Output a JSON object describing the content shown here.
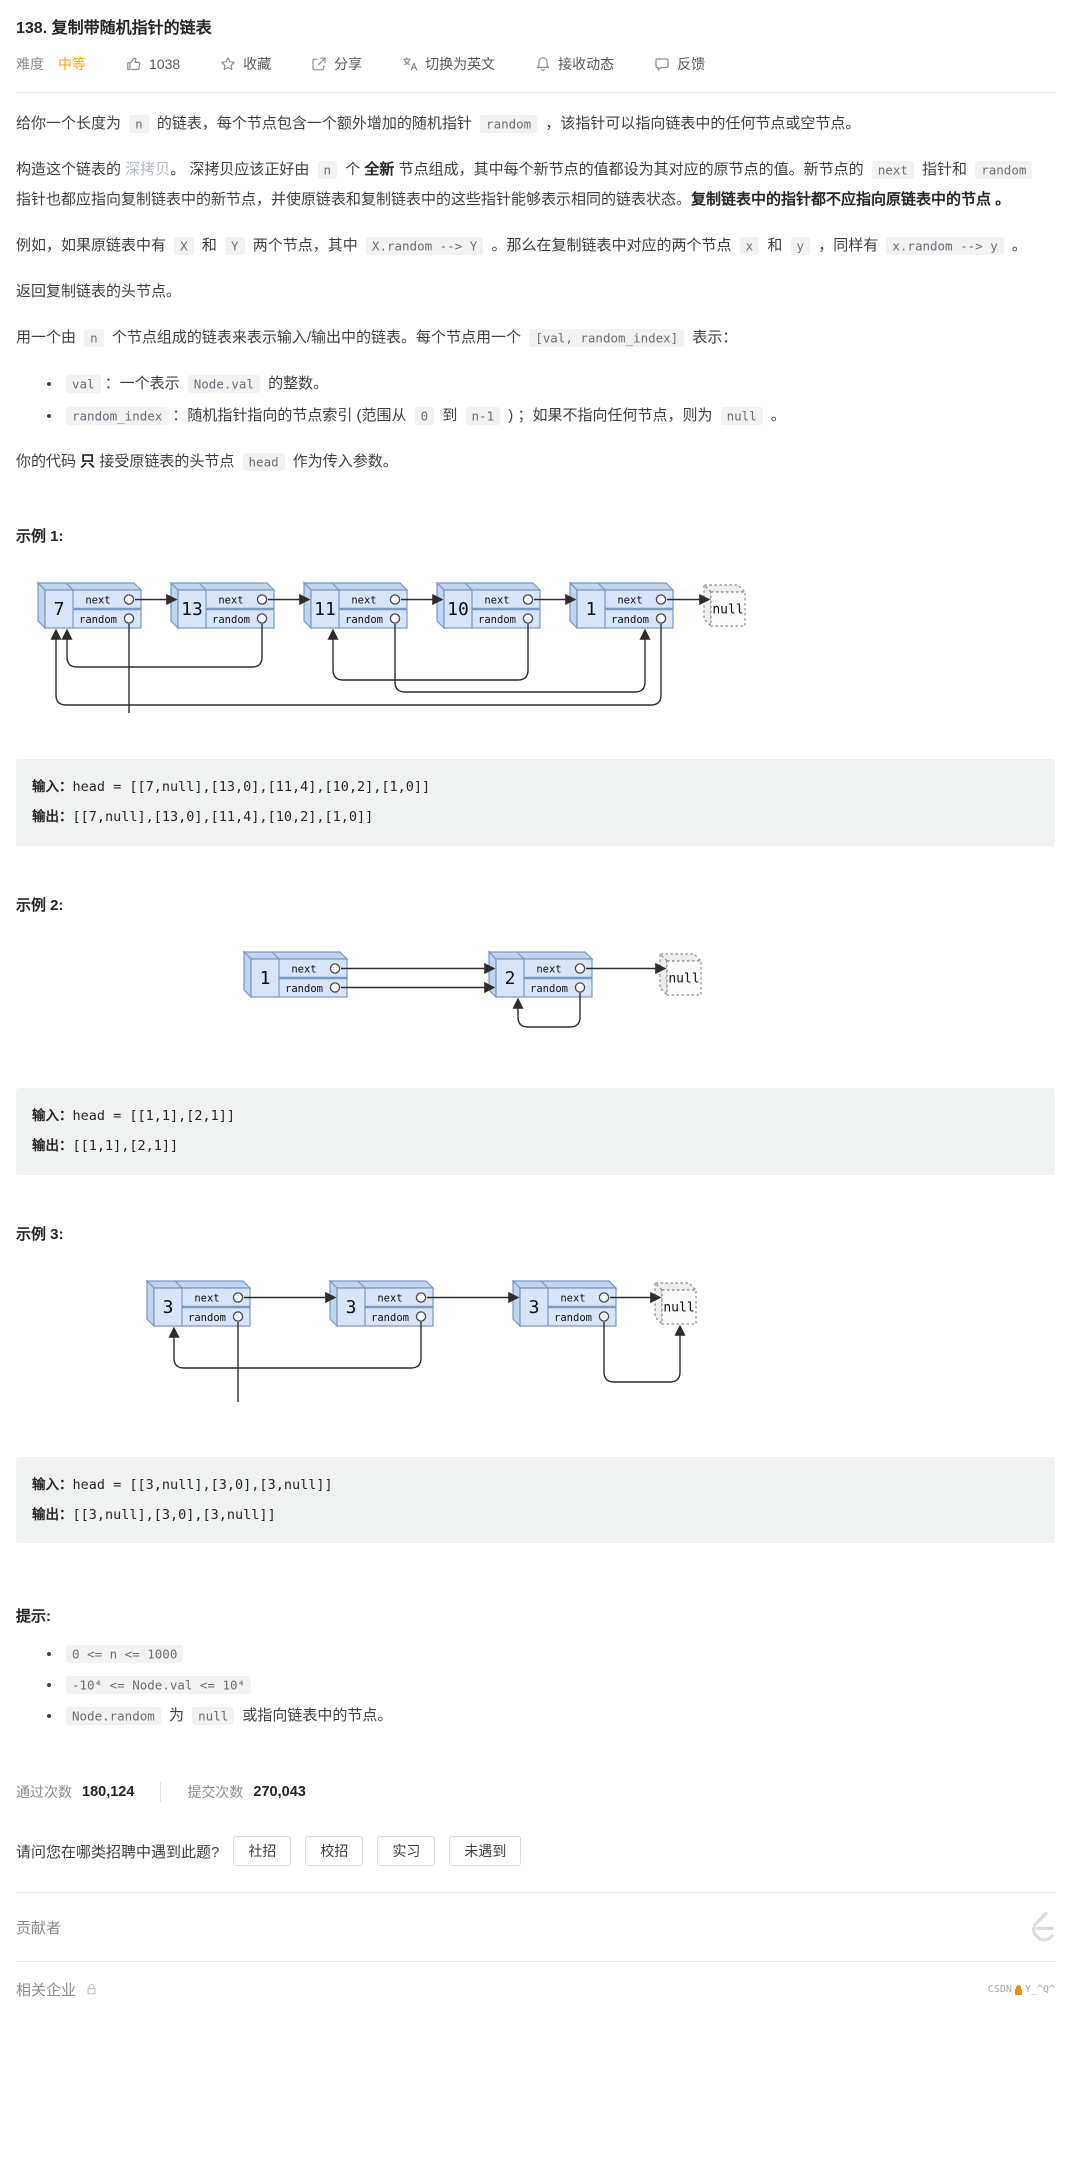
{
  "header": {
    "title": "138. 复制带随机指针的链表"
  },
  "meta": {
    "difficulty_label": "难度",
    "difficulty": "中等",
    "like_count": "1038",
    "favorite_label": "收藏",
    "share_label": "分享",
    "switch_label": "切换为英文",
    "subscribe_label": "接收动态",
    "feedback_label": "反馈"
  },
  "icons": [
    "thumbs-up-icon",
    "star-icon",
    "share-icon",
    "translate-icon",
    "bell-icon",
    "feedback-icon",
    "lock-icon",
    "leetcode-logo-icon"
  ],
  "description": {
    "blocks": [
      {
        "type": "p",
        "segs": [
          {
            "t": "text",
            "s": "给你一个长度为 "
          },
          {
            "t": "code",
            "s": "n"
          },
          {
            "t": "text",
            "s": " 的链表，每个节点包含一个额外增加的随机指针 "
          },
          {
            "t": "code",
            "s": "random"
          },
          {
            "t": "text",
            "s": " ，该指针可以指向链表中的任何节点或空节点。"
          }
        ]
      },
      {
        "type": "p",
        "segs": [
          {
            "t": "text",
            "s": "构造这个链表的 "
          },
          {
            "t": "link",
            "s": "深拷贝"
          },
          {
            "t": "text",
            "s": "。 深拷贝应该正好由 "
          },
          {
            "t": "code",
            "s": "n"
          },
          {
            "t": "text",
            "s": " 个 "
          },
          {
            "t": "b",
            "s": "全新"
          },
          {
            "t": "text",
            "s": " 节点组成，其中每个新节点的值都设为其对应的原节点的值。新节点的 "
          },
          {
            "t": "code",
            "s": "next"
          },
          {
            "t": "text",
            "s": " 指针和 "
          },
          {
            "t": "code",
            "s": "random"
          },
          {
            "t": "text",
            "s": " 指针也都应指向复制链表中的新节点，并使原链表和复制链表中的这些指针能够表示相同的链表状态。"
          },
          {
            "t": "b",
            "s": "复制链表中的指针都不应指向原链表中的节点 。"
          }
        ]
      },
      {
        "type": "p",
        "segs": [
          {
            "t": "text",
            "s": "例如，如果原链表中有 "
          },
          {
            "t": "code",
            "s": "X"
          },
          {
            "t": "text",
            "s": " 和 "
          },
          {
            "t": "code",
            "s": "Y"
          },
          {
            "t": "text",
            "s": " 两个节点，其中 "
          },
          {
            "t": "code",
            "s": "X.random --> Y"
          },
          {
            "t": "text",
            "s": " 。那么在复制链表中对应的两个节点 "
          },
          {
            "t": "code",
            "s": "x"
          },
          {
            "t": "text",
            "s": " 和 "
          },
          {
            "t": "code",
            "s": "y"
          },
          {
            "t": "text",
            "s": " ，同样有 "
          },
          {
            "t": "code",
            "s": "x.random --> y"
          },
          {
            "t": "text",
            "s": " 。"
          }
        ]
      },
      {
        "type": "p",
        "segs": [
          {
            "t": "text",
            "s": "返回复制链表的头节点。"
          }
        ]
      },
      {
        "type": "p",
        "segs": [
          {
            "t": "text",
            "s": "用一个由 "
          },
          {
            "t": "code",
            "s": "n"
          },
          {
            "t": "text",
            "s": " 个节点组成的链表来表示输入/输出中的链表。每个节点用一个 "
          },
          {
            "t": "code",
            "s": "[val, random_index]"
          },
          {
            "t": "text",
            "s": " 表示："
          }
        ]
      },
      {
        "type": "ul",
        "items": [
          [
            {
              "t": "code",
              "s": "val"
            },
            {
              "t": "text",
              "s": "：一个表示 "
            },
            {
              "t": "code",
              "s": "Node.val"
            },
            {
              "t": "text",
              "s": " 的整数。"
            }
          ],
          [
            {
              "t": "code",
              "s": "random_index"
            },
            {
              "t": "text",
              "s": "：随机指针指向的节点索引 (范围从 "
            },
            {
              "t": "code",
              "s": "0"
            },
            {
              "t": "text",
              "s": " 到 "
            },
            {
              "t": "code",
              "s": "n-1"
            },
            {
              "t": "text",
              "s": " ) ；如果不指向任何节点，则为 "
            },
            {
              "t": "code",
              "s": "null"
            },
            {
              "t": "text",
              "s": " 。"
            }
          ]
        ]
      },
      {
        "type": "p",
        "segs": [
          {
            "t": "text",
            "s": "你的代码 "
          },
          {
            "t": "b",
            "s": "只"
          },
          {
            "t": "text",
            "s": " 接受原链表的头节点 "
          },
          {
            "t": "code",
            "s": "head"
          },
          {
            "t": "text",
            "s": " 作为传入参数。"
          }
        ]
      }
    ]
  },
  "diagram_labels": {
    "next": "next",
    "random": "random",
    "null": "null"
  },
  "examples": [
    {
      "heading": "示例 1:",
      "input_label": "输入：",
      "input": "head = [[7,null],[13,0],[11,4],[10,2],[1,0]]",
      "output_label": "输出：",
      "output": "[[7,null],[13,0],[11,4],[10,2],[1,0]]",
      "diagram": {
        "values": [
          "7",
          "13",
          "11",
          "10",
          "1"
        ],
        "random_links": [
          {
            "from": 0,
            "to": null
          },
          {
            "from": 1,
            "to": 0
          },
          {
            "from": 2,
            "to": 4
          },
          {
            "from": 3,
            "to": 2
          },
          {
            "from": 4,
            "to": 0
          }
        ]
      }
    },
    {
      "heading": "示例 2:",
      "input_label": "输入：",
      "input": "head = [[1,1],[2,1]]",
      "output_label": "输出：",
      "output": "[[1,1],[2,1]]",
      "diagram": {
        "values": [
          "1",
          "2"
        ],
        "random_links": [
          {
            "from": 0,
            "to": 1
          },
          {
            "from": 1,
            "to": 1
          }
        ]
      }
    },
    {
      "heading": "示例 3:",
      "input_label": "输入：",
      "input": "head = [[3,null],[3,0],[3,null]]",
      "output_label": "输出：",
      "output": "[[3,null],[3,0],[3,null]]",
      "diagram": {
        "values": [
          "3",
          "3",
          "3"
        ],
        "random_links": [
          {
            "from": 0,
            "to": null
          },
          {
            "from": 1,
            "to": 0
          },
          {
            "from": 2,
            "to": null
          }
        ]
      }
    }
  ],
  "hints": {
    "heading": "提示:",
    "items": [
      [
        {
          "t": "code",
          "s": "0 <= n <= 1000"
        }
      ],
      [
        {
          "t": "code",
          "s": "-10⁴  <= Node.val <= 10⁴"
        }
      ],
      [
        {
          "t": "code",
          "s": "Node.random"
        },
        {
          "t": "text",
          "s": " 为 "
        },
        {
          "t": "code",
          "s": "null"
        },
        {
          "t": "text",
          "s": " 或指向链表中的节点。"
        }
      ]
    ]
  },
  "stats": {
    "accepted_label": "通过次数",
    "accepted": "180,124",
    "submissions_label": "提交次数",
    "submissions": "270,043"
  },
  "poll": {
    "question": "请问您在哪类招聘中遇到此题?",
    "options": [
      "社招",
      "校招",
      "实习",
      "未遇到"
    ]
  },
  "contributors": {
    "label": "贡献者"
  },
  "related": {
    "label": "相关企业"
  },
  "watermark": {
    "prefix": "CSDN",
    "suffix": "Y_^Q^"
  }
}
